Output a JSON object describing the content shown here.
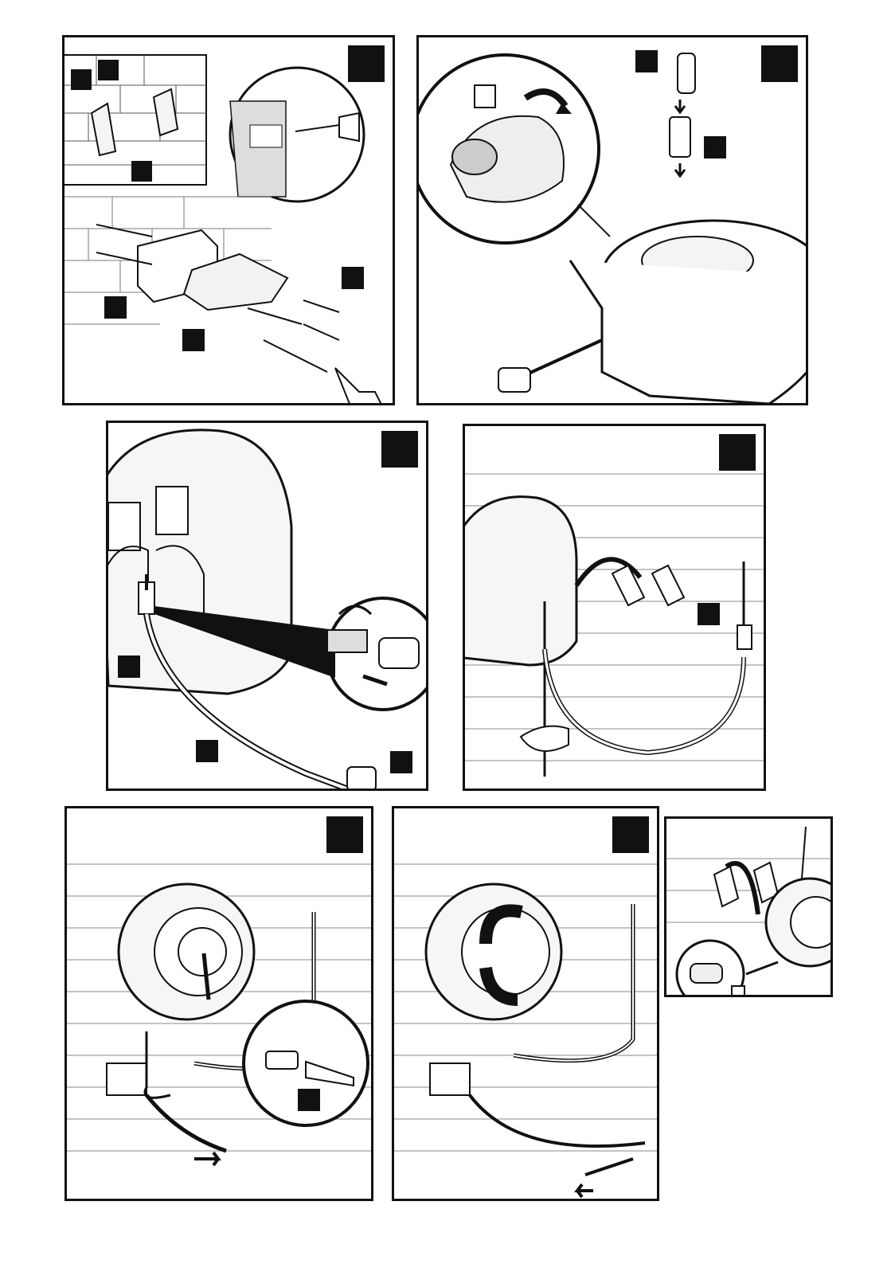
{
  "document": {
    "type": "assembly instructions",
    "panels": [
      {
        "id": "panel-1",
        "step_label": "",
        "icons": [
          "wall-bracket-icon",
          "drill-icon",
          "screwdriver-icon"
        ]
      },
      {
        "id": "panel-2",
        "step_label": "",
        "icons": [
          "unlock-icon",
          "rotate-arrow-icon",
          "hose-reel-icon"
        ]
      },
      {
        "id": "panel-3",
        "step_label": "",
        "icons": [
          "hose-connector-icon",
          "rotate-arrow-icon"
        ]
      },
      {
        "id": "panel-4",
        "step_label": "",
        "icons": [
          "hose-reel-icon",
          "tap-icon",
          "curved-arrow-icon"
        ]
      },
      {
        "id": "panel-5",
        "step_label": "",
        "icons": [
          "tap-icon",
          "nozzle-icon",
          "pull-arrow-icon"
        ]
      },
      {
        "id": "panel-6",
        "step_label": "",
        "icons": [
          "rotate-arrow-icon",
          "lock-icon",
          "pull-arrow-icon"
        ]
      }
    ]
  }
}
